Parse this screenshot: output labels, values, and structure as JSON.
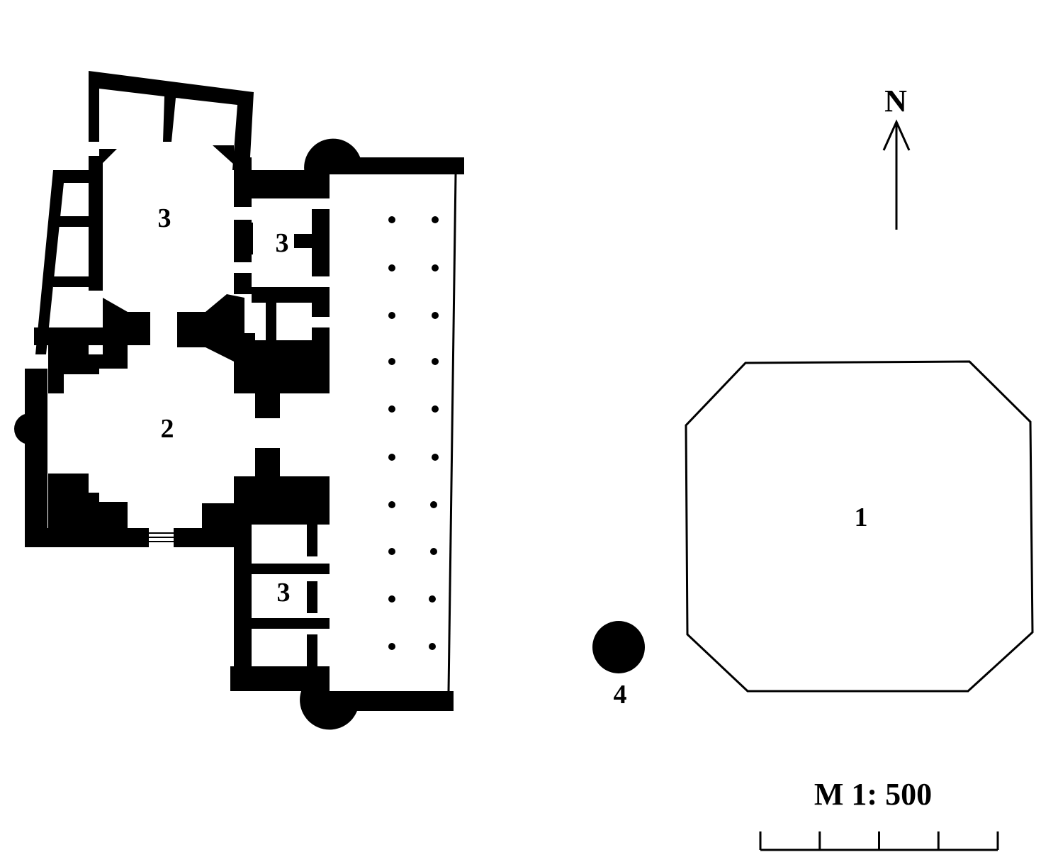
{
  "compass": {
    "label": "N"
  },
  "scale": {
    "label": "M 1: 500",
    "divisions": 4
  },
  "rooms": [
    {
      "id": "north-dome",
      "label": "3"
    },
    {
      "id": "north-cell",
      "label": "3"
    },
    {
      "id": "main-hall",
      "label": "2"
    },
    {
      "id": "south-cell",
      "label": "3"
    },
    {
      "id": "octagonal-court",
      "label": "1"
    },
    {
      "id": "round-structure",
      "label": "4"
    }
  ],
  "colors": {
    "ink": "#000000",
    "paper": "#ffffff"
  }
}
